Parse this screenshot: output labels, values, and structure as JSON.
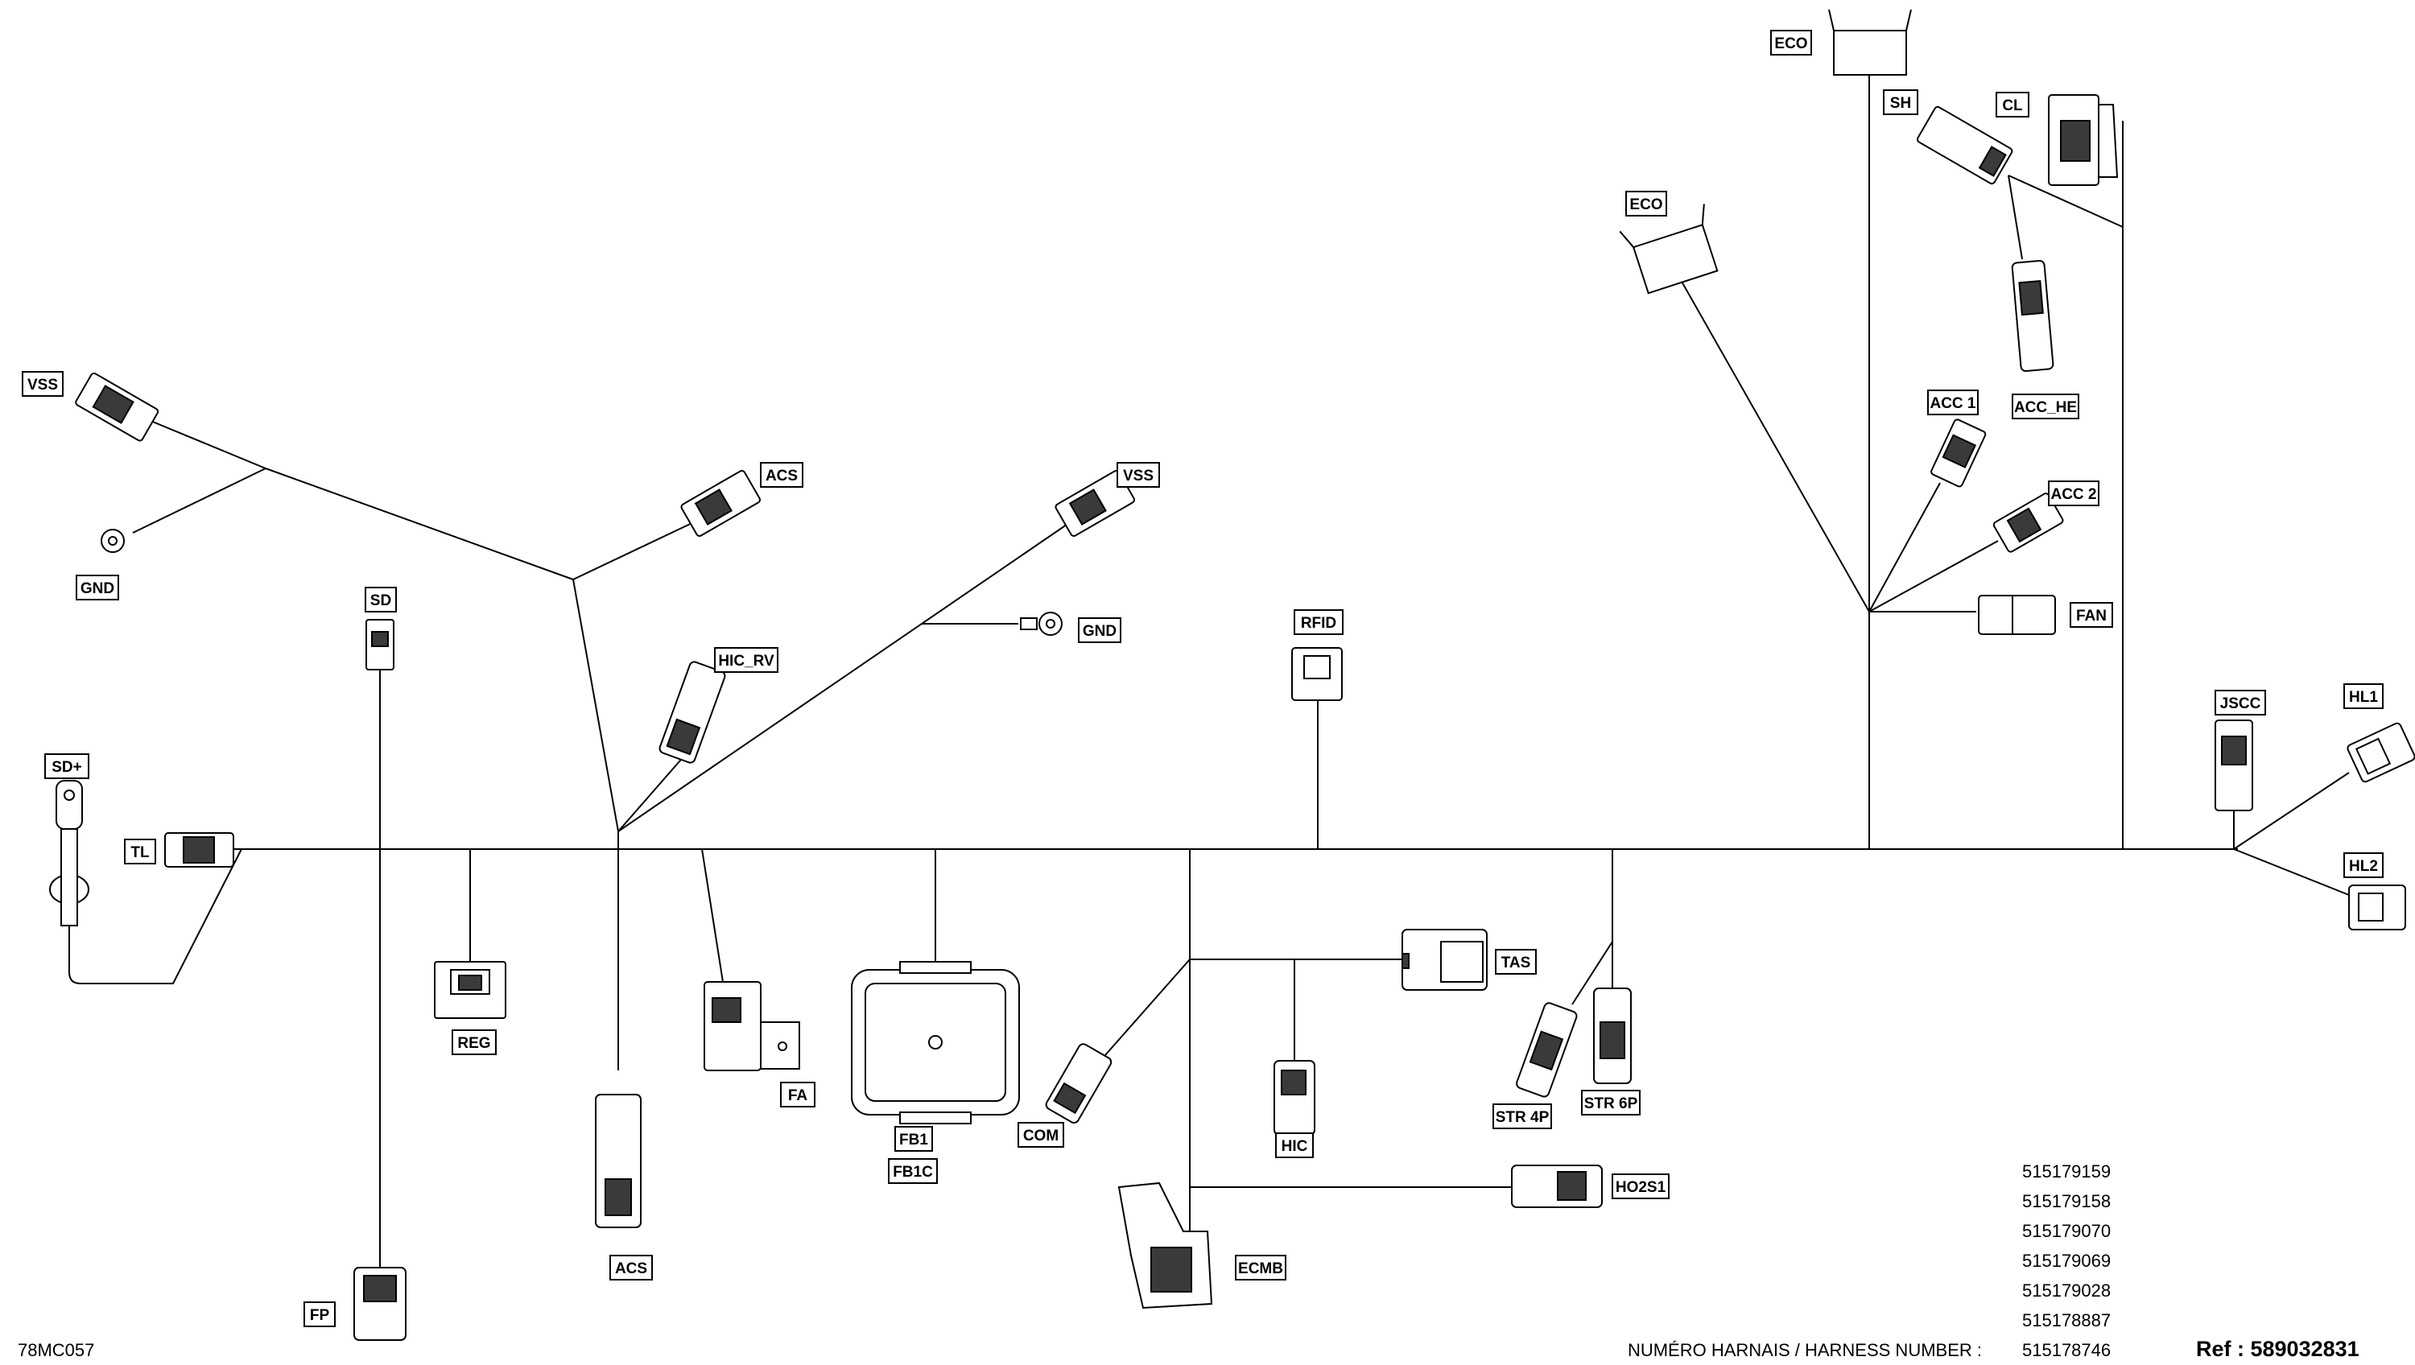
{
  "figure_code": "78MC057",
  "connectors": [
    {
      "key": "eco_top",
      "label": "ECO"
    },
    {
      "key": "sh",
      "label": "SH"
    },
    {
      "key": "cl",
      "label": "CL"
    },
    {
      "key": "eco_mid",
      "label": "ECO"
    },
    {
      "key": "vss_left",
      "label": "VSS"
    },
    {
      "key": "gnd_left",
      "label": "GND"
    },
    {
      "key": "acs_top",
      "label": "ACS"
    },
    {
      "key": "vss_mid",
      "label": "VSS"
    },
    {
      "key": "gnd_mid",
      "label": "GND"
    },
    {
      "key": "sd",
      "label": "SD"
    },
    {
      "key": "hic_rv",
      "label": "HIC_RV"
    },
    {
      "key": "sd_plus",
      "label": "SD+"
    },
    {
      "key": "tl",
      "label": "TL"
    },
    {
      "key": "rfid",
      "label": "RFID"
    },
    {
      "key": "acc1",
      "label": "ACC 1"
    },
    {
      "key": "acc_he",
      "label": "ACC_HE"
    },
    {
      "key": "acc2",
      "label": "ACC 2"
    },
    {
      "key": "fan",
      "label": "FAN"
    },
    {
      "key": "jscc",
      "label": "JSCC"
    },
    {
      "key": "hl1",
      "label": "HL1"
    },
    {
      "key": "hl2",
      "label": "HL2"
    },
    {
      "key": "reg",
      "label": "REG"
    },
    {
      "key": "fa",
      "label": "FA"
    },
    {
      "key": "fb1",
      "label": "FB1"
    },
    {
      "key": "fb1c",
      "label": "FB1C"
    },
    {
      "key": "tas",
      "label": "TAS"
    },
    {
      "key": "com",
      "label": "COM"
    },
    {
      "key": "hic",
      "label": "HIC"
    },
    {
      "key": "str4p",
      "label": "STR 4P"
    },
    {
      "key": "str6p",
      "label": "STR 6P"
    },
    {
      "key": "ho2s1",
      "label": "HO2S1"
    },
    {
      "key": "acs_bottom",
      "label": "ACS"
    },
    {
      "key": "ecmb",
      "label": "ECMB"
    },
    {
      "key": "fp",
      "label": "FP"
    }
  ],
  "harness_numbers": [
    "515179159",
    "515179158",
    "515179070",
    "515179069",
    "515179028",
    "515178887",
    "515178746"
  ],
  "harness_caption": "NUMÉRO HARNAIS / HARNESS NUMBER :",
  "ref": "Ref : 589032831"
}
